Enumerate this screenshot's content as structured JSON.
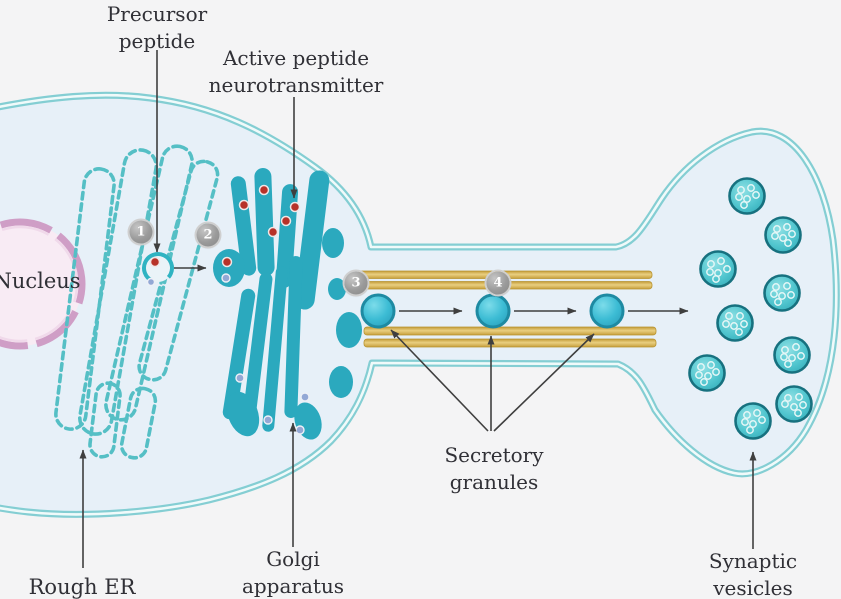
{
  "diagram": {
    "subject": "neuropeptide-synthesis-and-transport-in-neuron",
    "labels": {
      "precursor_peptide": "Precursor\npeptide",
      "active_peptide": "Active peptide\nneurotransmitter",
      "nucleus": "Nucleus",
      "rough_er": "Rough ER",
      "golgi_apparatus": "Golgi\napparatus",
      "secretory_granules": "Secretory\ngranules",
      "synaptic_vesicles": "Synaptic\nvesicles"
    },
    "steps": [
      "1",
      "2",
      "3",
      "4"
    ],
    "colors": {
      "background": "#f4f4f5",
      "cytoplasm": "#e7f0f8",
      "membrane": "#84ced3",
      "organelle_teal": "#2ba9be",
      "er_teal": "#55bfc5",
      "granule_fill": "#3cbcd4",
      "granule_rim": "#1e8aa2",
      "vesicle_rim": "#17717f",
      "microtubule_gold": "#ddbb5e",
      "nucleus_fill": "#f8ebf4",
      "nucleus_rim": "#cf9ec6",
      "dot_red": "#b73229",
      "dot_blue": "#93a8d5",
      "badge_gray": "#9a9a9a",
      "label_text": "#303036",
      "arrow": "#3f3f3f"
    }
  }
}
